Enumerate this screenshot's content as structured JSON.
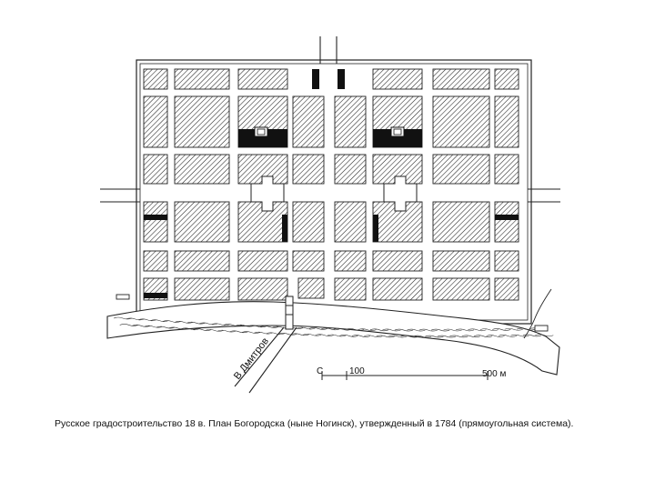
{
  "map": {
    "road_label": "В Дмитров",
    "scale": {
      "start": "С",
      "mid": "100",
      "end": "500 м"
    }
  },
  "caption": "Русское градостроительство 18 в. План Богородска (ныне Ногинск), утвержденный в 1784 (прямоугольная система)."
}
